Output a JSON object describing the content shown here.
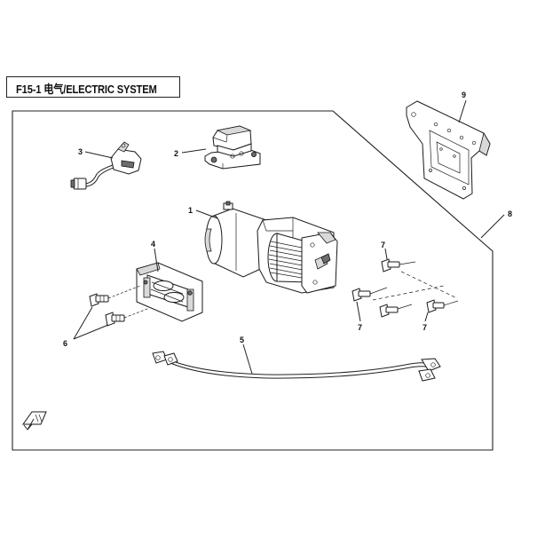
{
  "header": {
    "title": "F15-1 电气/ELECTRIC SYSTEM"
  },
  "callouts": {
    "winch": "1",
    "relay": "2",
    "switch": "3",
    "fairlead": "4",
    "cable": "5",
    "fairlead_bolts": "6",
    "bolt_top": "7",
    "bolt_left": "7",
    "bolt_right": "7",
    "kit": "8",
    "bracket": "9"
  }
}
